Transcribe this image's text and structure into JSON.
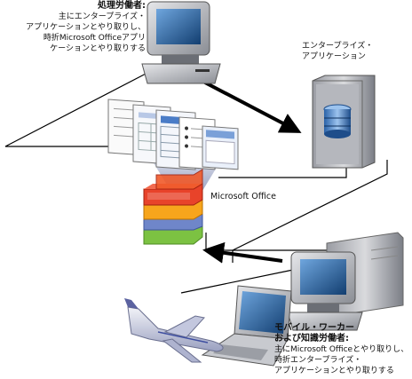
{
  "worker": {
    "title": "処理労働者:",
    "lines": [
      "主にエンタープライズ・",
      "アプリケーションとやり取りし、",
      "時折Microsoft Officeアプリ",
      "ケーションとやり取りする"
    ]
  },
  "enterprise_app": {
    "lines": [
      "エンタープライズ・",
      "アプリケーション"
    ]
  },
  "office": {
    "label": "Microsoft Office"
  },
  "mobile": {
    "title_lines": [
      "モバイル・ワーカー",
      "および知識労働者:"
    ],
    "lines": [
      "主にMicrosoft Officeとやり取りし、",
      "時折エンタープライズ・",
      "アプリケーションとやり取りする"
    ]
  },
  "colors": {
    "line": "#000000",
    "stack_red": "#e8432a",
    "stack_orange": "#f7a51c",
    "stack_blue": "#6f86c9",
    "stack_green": "#7cc242",
    "beam": "#b9bfd6",
    "computer": "#8a8d94",
    "screen": "#2d6fb0"
  },
  "icons": [
    "desktop-computer-icon",
    "server-database-icon",
    "documents-icon",
    "office-stack-icon",
    "laptop-icon",
    "airplane-icon",
    "desktop-server-icon"
  ]
}
